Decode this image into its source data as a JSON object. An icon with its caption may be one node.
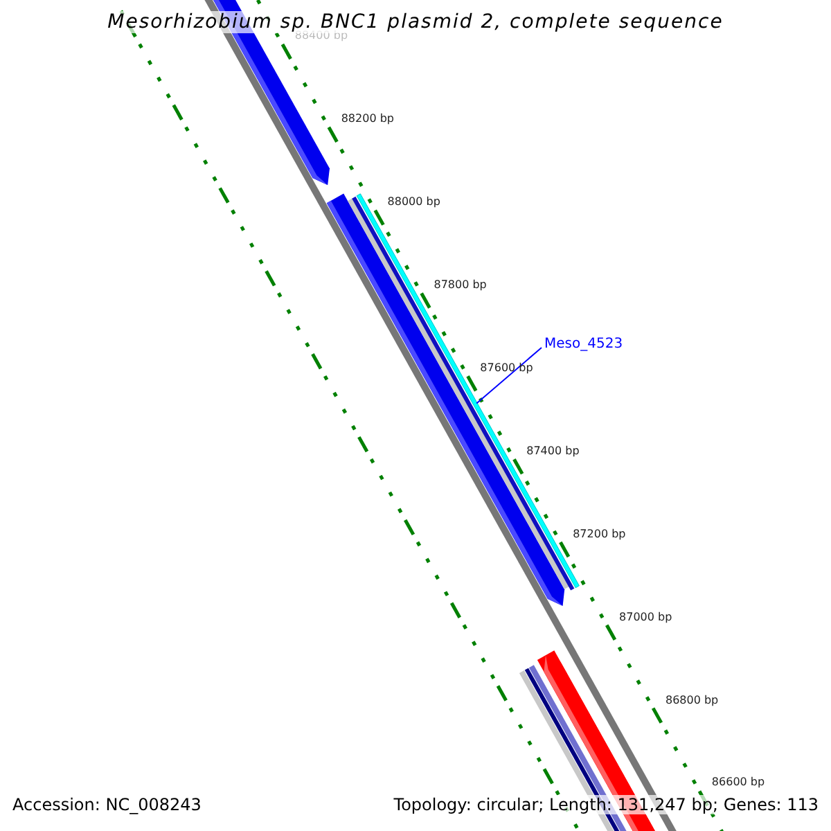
{
  "diagram": {
    "title": "Mesorhizobium sp. BNC1 plasmid 2, complete sequence",
    "nodes": [
      {
        "text": [
          "Meso_4523"
        ]
      },
      {
        "text": [],
        "shape": "bar"
      }
    ],
    "edges": [
      {
        "from": 0,
        "to": 1,
        "arrow": "none"
      }
    ],
    "labels": [
      "88400 bp",
      "88200 bp",
      "88000 bp",
      "87800 bp",
      "87600 bp",
      "87400 bp",
      "87200 bp",
      "87000 bp",
      "86800 bp",
      "86600 bp",
      "Accession: NC_008243",
      "Topology: circular; Length: 131,247 bp; Genes: 113"
    ]
  }
}
